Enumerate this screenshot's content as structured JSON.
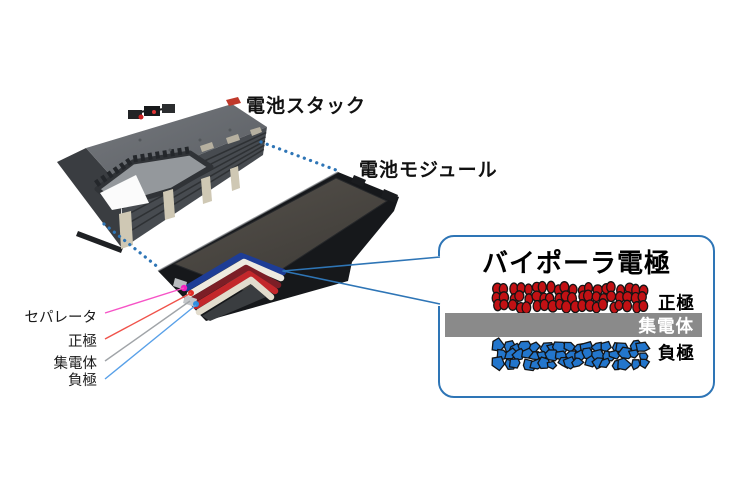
{
  "diagram": {
    "stack": {
      "label": "電池スタック"
    },
    "module": {
      "label": "電池モジュール"
    },
    "module_layers": [
      {
        "id": "separator",
        "label": "セパレータ",
        "line_color": "#f653c6",
        "dot_color": "#f321c0"
      },
      {
        "id": "positive",
        "label": "正極",
        "line_color": "#f0524a",
        "dot_color": "#e02c26"
      },
      {
        "id": "collector",
        "label": "集電体",
        "line_color": "#a0a4a8",
        "dot_color": "#c3c6c9"
      },
      {
        "id": "negative",
        "label": "負極",
        "line_color": "#58a0e8",
        "dot_color": "#2f8fe0"
      }
    ],
    "callout": {
      "title": "バイポーラ電極",
      "positive_label": "正極",
      "collector_label": "集電体",
      "negative_label": "負極",
      "border_color": "#2e75b6",
      "positive_particle_color": "#c21114",
      "negative_particle_color": "#2376cc",
      "collector_bar_color": "#8a8a8a",
      "collector_text_color": "#ffffff"
    },
    "connector_color": "#2e75b6",
    "cutaway_band_colors": [
      "#1e3d96",
      "#eeeae0",
      "#7c1e26",
      "#c3272b",
      "#e2dccd"
    ]
  }
}
